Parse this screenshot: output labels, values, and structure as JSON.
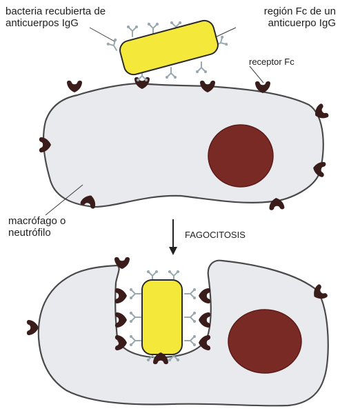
{
  "labels": {
    "bacteria_line1": "bacteria recubierta de",
    "bacteria_line2": "anticuerpos IgG",
    "fc_region_line1": "región Fc de un",
    "fc_region_line2": "anticuerpo IgG",
    "fc_receptor": "receptor Fc",
    "macrophage_line1": "macrófago o",
    "macrophage_line2": "neutrófilo",
    "process": "FAGOCITOSIS"
  },
  "colors": {
    "bacterium": "#f4e83a",
    "cell": "#e8eaee",
    "nucleus": "#7a2a24",
    "receptor": "#3a1c1a",
    "antibody": "#9aa8b0",
    "outline": "#4a4a4a"
  }
}
